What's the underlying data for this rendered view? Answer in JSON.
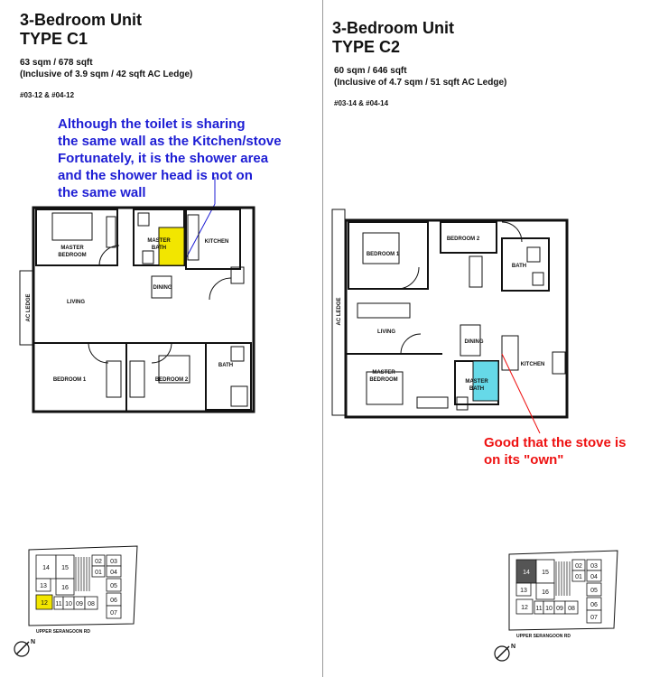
{
  "left": {
    "title1": "3-Bedroom Unit",
    "title2": "TYPE C1",
    "area": "63 sqm / 678 sqft",
    "ledge": "(Inclusive of 3.9 sqm / 42 sqft AC Ledge)",
    "units": "#03-12 & #04-12",
    "note": "Although the toilet is sharing\nthe same wall as the Kitchen/stove\nFortunately, it is the shower area\nand the shower head is not on\nthe same wall",
    "rooms": {
      "master_bedroom": "MASTER\nBEDROOM",
      "master_bath": "MASTER\nBATH",
      "kitchen": "KITCHEN",
      "dining": "DINING",
      "living": "LIVING",
      "ac_ledge": "AC LEDGE",
      "bedroom1": "BEDROOM 1",
      "bedroom2": "BEDROOM 2",
      "bath": "BATH"
    },
    "key_plan": {
      "cells": [
        "14",
        "15",
        "02",
        "03",
        "01",
        "04",
        "13",
        "16",
        "05",
        "06",
        "12",
        "11",
        "10",
        "09",
        "08",
        "07"
      ],
      "road": "UPPER SERANGOON RD",
      "north": "N",
      "highlight": "12",
      "highlight_color": "#f2e600"
    }
  },
  "right": {
    "title1": "3-Bedroom Unit",
    "title2": "TYPE C2",
    "area": "60 sqm / 646 sqft",
    "ledge": "(Inclusive of 4.7 sqm / 51 sqft AC Ledge)",
    "units": "#03-14 & #04-14",
    "note": "Good that the stove is\non its \"own\"",
    "rooms": {
      "bedroom1": "BEDROOM 1",
      "bedroom2": "BEDROOM 2",
      "bath": "BATH",
      "living": "LIVING",
      "dining": "DINING",
      "kitchen": "KITCHEN",
      "ac_ledge": "AC LEDGE",
      "master_bedroom": "MASTER\nBEDROOM",
      "master_bath": "MASTER\nBATH"
    },
    "key_plan": {
      "cells": [
        "14",
        "15",
        "02",
        "03",
        "01",
        "04",
        "13",
        "16",
        "05",
        "06",
        "12",
        "11",
        "10",
        "09",
        "08",
        "07"
      ],
      "road": "UPPER SERANGOON RD",
      "north": "N",
      "highlight": "14",
      "highlight_color": "#555555"
    }
  },
  "colors": {
    "blue_note": "#1d1dd4",
    "red_note": "#e11111",
    "yellow_bath": "#f2e600",
    "cyan_bath": "#66d9e8"
  }
}
